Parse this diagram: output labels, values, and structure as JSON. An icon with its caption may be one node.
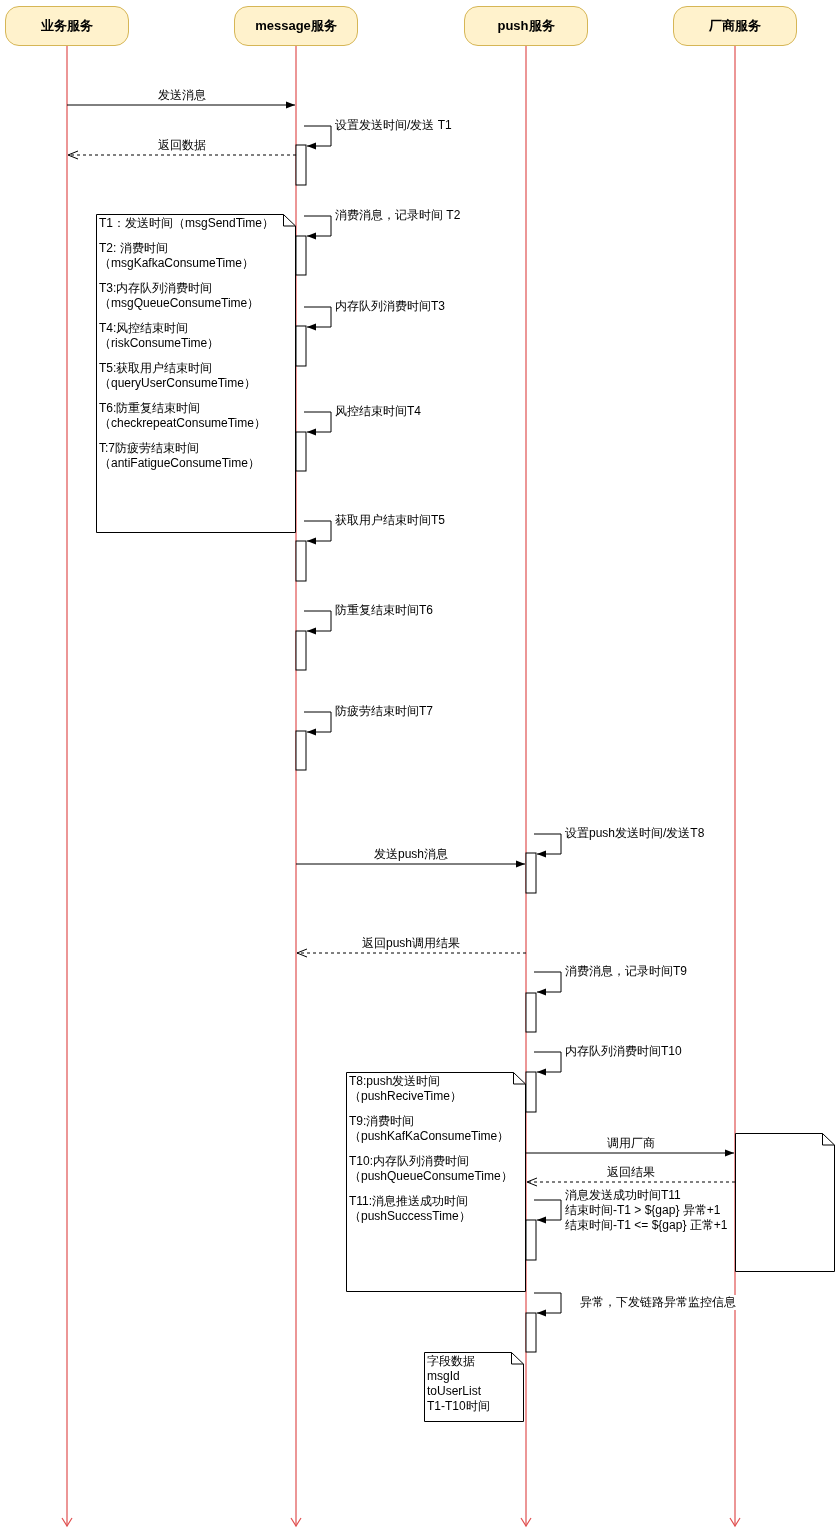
{
  "diagram": {
    "nodes": [
      {
        "text": [
          "业务服务"
        ]
      },
      {
        "text": [
          "message服务"
        ]
      },
      {
        "text": [
          "push服务"
        ]
      },
      {
        "text": [
          "厂商服务"
        ]
      },
      {
        "text": [
          "T1：发送时间（msgSendTime）",
          "T2: 消费时间（msgKafkaConsumeTime）",
          "T3:内存队列消费时间（msgQueueConsumeTime）",
          "T4:风控结束时间（riskConsumeTime）",
          "T5:获取用户结束时间（queryUserConsumeTime）",
          "T6:防重复结束时间（checkrepeatConsumeTime）",
          "T:7防疲劳结束时间（antiFatigueConsumeTime）"
        ]
      },
      {
        "text": [
          "T8:push发送时间（pushReciveTime）",
          "T9:消费时间（pushKafKaConsumeTime）",
          "T10:内存队列消费时间（pushQueueConsumeTime）",
          "T11:消息推送成功时间（pushSuccessTime）"
        ]
      },
      {
        "text": [],
        "shape": "note"
      },
      {
        "text": [
          "字段数据",
          "msgId",
          "toUserList",
          "T1-T10时间"
        ]
      }
    ],
    "edges": [
      {
        "from": 0,
        "to": 1,
        "arrow": "to",
        "label": "发送消息"
      },
      {
        "from": 1,
        "to": 1,
        "arrow": "to",
        "label": "设置发送时间/发送 T1"
      },
      {
        "from": 1,
        "to": 0,
        "arrow": "to",
        "label": "返回数据",
        "style": "dashed"
      },
      {
        "from": 1,
        "to": 1,
        "arrow": "to",
        "label": "消费消息，记录时间 T2"
      },
      {
        "from": 1,
        "to": 1,
        "arrow": "to",
        "label": "内存队列消费时间T3"
      },
      {
        "from": 1,
        "to": 1,
        "arrow": "to",
        "label": "风控结束时间T4"
      },
      {
        "from": 1,
        "to": 1,
        "arrow": "to",
        "label": "获取用户结束时间T5"
      },
      {
        "from": 1,
        "to": 1,
        "arrow": "to",
        "label": "防重复结束时间T6"
      },
      {
        "from": 1,
        "to": 1,
        "arrow": "to",
        "label": "防疲劳结束时间T7"
      },
      {
        "from": 2,
        "to": 2,
        "arrow": "to",
        "label": "设置push发送时间/发送T8"
      },
      {
        "from": 1,
        "to": 2,
        "arrow": "to",
        "label": "发送push消息"
      },
      {
        "from": 2,
        "to": 1,
        "arrow": "to",
        "label": "返回push调用结果",
        "style": "dashed"
      },
      {
        "from": 2,
        "to": 2,
        "arrow": "to",
        "label": "消费消息，记录时间T9"
      },
      {
        "from": 2,
        "to": 2,
        "arrow": "to",
        "label": "内存队列消费时间T10"
      },
      {
        "from": 2,
        "to": 3,
        "arrow": "to",
        "label": "调用厂商"
      },
      {
        "from": 3,
        "to": 2,
        "arrow": "to",
        "label": "返回结果",
        "style": "dashed"
      },
      {
        "from": 2,
        "to": 2,
        "arrow": "to",
        "label": "消息发送成功时间T11 结束时间-T1 > ${gap} 异常+1 结束时间-T1 <= ${gap} 正常+1"
      },
      {
        "from": 2,
        "to": 2,
        "arrow": "to",
        "label": "异常，下发链路异常监控信息"
      }
    ]
  }
}
